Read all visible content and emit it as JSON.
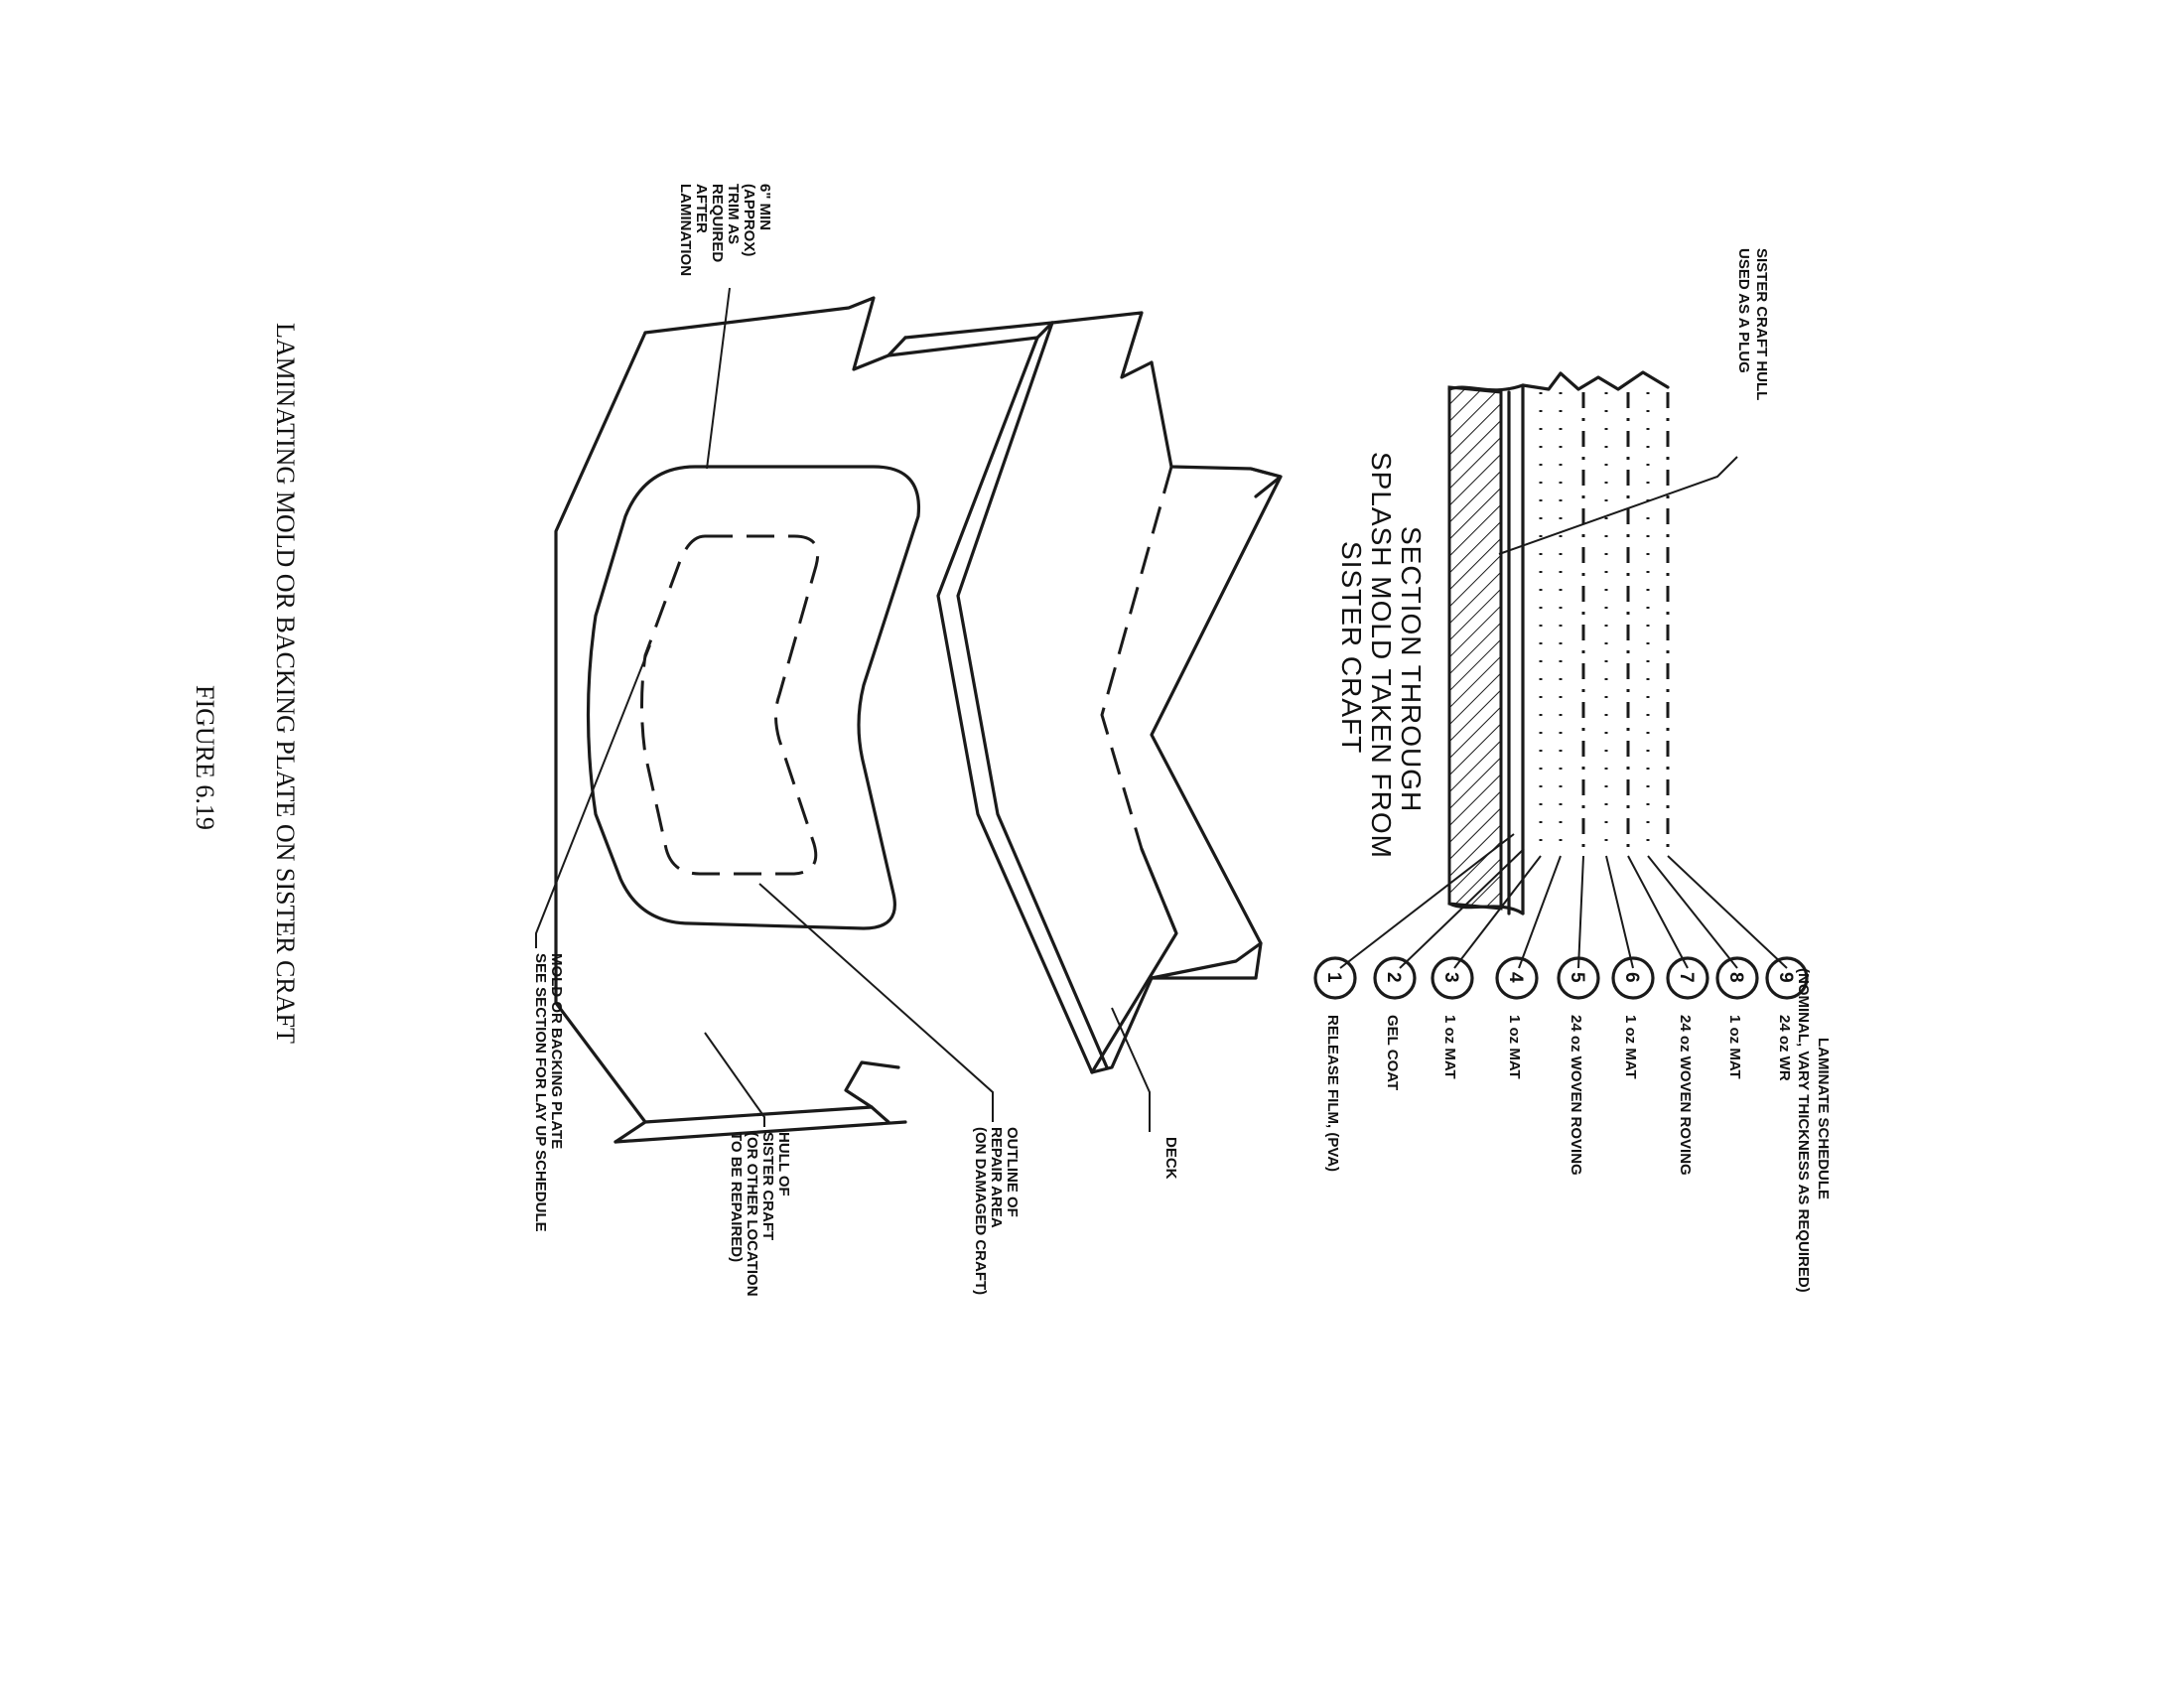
{
  "caption": {
    "title": "LAMINATING MOLD OR BACKING PLATE ON SISTER CRAFT",
    "figure": "FIGURE 6.19"
  },
  "section": {
    "title_lines": [
      "SECTION THROUGH",
      "SPLASH MOLD TAKEN FROM",
      "SISTER CRAFT"
    ],
    "plug_label_lines": [
      "SISTER CRAFT HULL",
      "USED AS A PLUG"
    ],
    "schedule_heading_lines": [
      "LAMINATE SCHEDULE",
      "(NOMINAL, VARY THICKNESS AS REQUIRED)"
    ],
    "layers": [
      {
        "number": "1",
        "label": "RELEASE FILM, (PVA)"
      },
      {
        "number": "2",
        "label": "GEL COAT"
      },
      {
        "number": "3",
        "label": "1 oz MAT"
      },
      {
        "number": "4",
        "label": "1 oz MAT"
      },
      {
        "number": "5",
        "label": "24 oz WOVEN ROVING"
      },
      {
        "number": "6",
        "label": "1 oz MAT"
      },
      {
        "number": "7",
        "label": "24 oz WOVEN ROVING"
      },
      {
        "number": "8",
        "label": "1 oz MAT"
      },
      {
        "number": "9",
        "label": "24 oz WR"
      }
    ]
  },
  "mold": {
    "trim_note_lines": [
      "6\" MIN",
      "(APPROX)",
      "TRIM AS",
      "REQUIRED",
      "AFTER",
      "LAMINATION"
    ],
    "deck_label": "DECK",
    "outline_label_lines": [
      "OUTLINE OF",
      "REPAIR AREA",
      "(ON DAMAGED CRAFT)"
    ],
    "hull_label_lines": [
      "HULL OF",
      "SISTER CRAFT",
      "(OR OTHER LOCATION",
      "TO BE REPAIRED)"
    ],
    "plate_label_lines": [
      "MOLD OR BACKING PLATE",
      "SEE SECTION FOR LAY UP SCHEDULE"
    ]
  }
}
